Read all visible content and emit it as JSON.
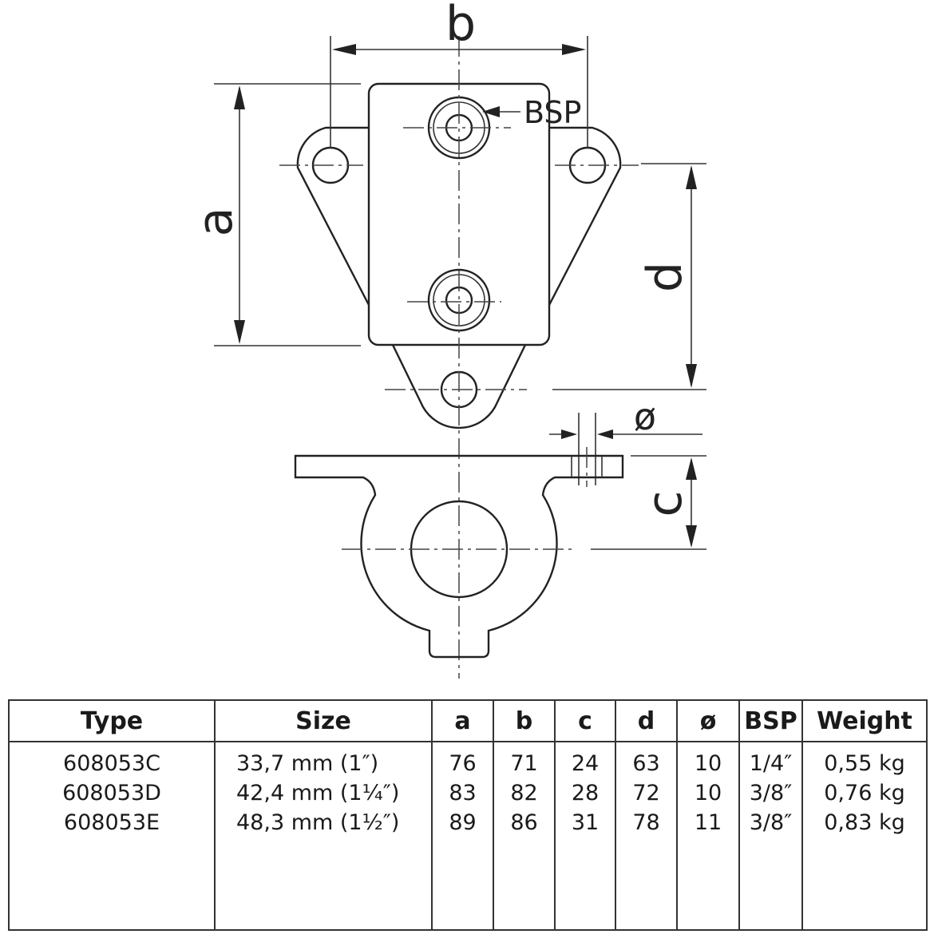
{
  "drawing": {
    "dimension_labels": {
      "a": "a",
      "b": "b",
      "c": "c",
      "d": "d",
      "diameter": "ø",
      "bsp": "BSP"
    }
  },
  "table": {
    "headers": [
      "Type",
      "Size",
      "a",
      "b",
      "c",
      "d",
      "ø",
      "BSP",
      "Weight"
    ],
    "rows": [
      [
        "608053C",
        "33,7 mm (1″)",
        "76",
        "71",
        "24",
        "63",
        "10",
        "1/4″",
        "0,55 kg"
      ],
      [
        "608053D",
        "42,4 mm (1¼″)",
        "83",
        "82",
        "28",
        "72",
        "10",
        "3/8″",
        "0,76 kg"
      ],
      [
        "608053E",
        "48,3 mm (1½″)",
        "89",
        "86",
        "31",
        "78",
        "11",
        "3/8″",
        "0,83 kg"
      ]
    ]
  }
}
